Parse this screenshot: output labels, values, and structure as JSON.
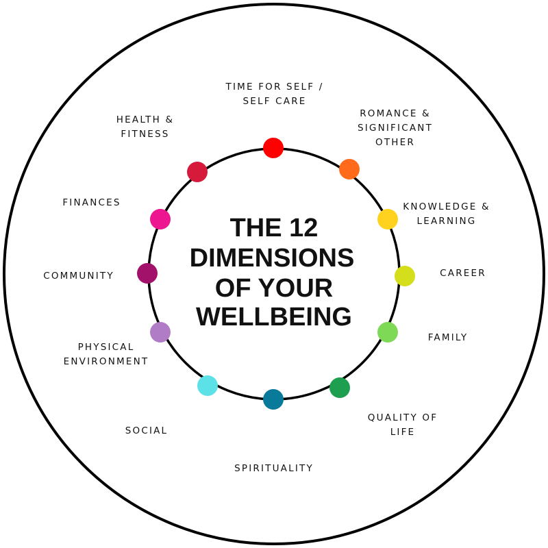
{
  "title_lines": [
    "THE 12",
    "DIMENSIONS",
    "OF YOUR",
    "WELLBEING"
  ],
  "dimensions": [
    {
      "id": "time-for-self",
      "lines": [
        "TIME FOR SELF /",
        "SELF CARE"
      ],
      "color": "#FF0000"
    },
    {
      "id": "romance",
      "lines": [
        "ROMANCE &",
        "SIGNIFICANT",
        "OTHER"
      ],
      "color": "#FF6B1A"
    },
    {
      "id": "knowledge",
      "lines": [
        "KNOWLEDGE &",
        "LEARNING"
      ],
      "color": "#FFD21F"
    },
    {
      "id": "career",
      "lines": [
        "CAREER"
      ],
      "color": "#D4DE1A"
    },
    {
      "id": "family",
      "lines": [
        "FAMILY"
      ],
      "color": "#7ED957"
    },
    {
      "id": "quality-of-life",
      "lines": [
        "QUALITY OF",
        "LIFE"
      ],
      "color": "#1E9E4F"
    },
    {
      "id": "spirituality",
      "lines": [
        "SPIRITUALITY"
      ],
      "color": "#0A7A9A"
    },
    {
      "id": "social",
      "lines": [
        "SOCIAL"
      ],
      "color": "#5CE1E6"
    },
    {
      "id": "physical-environment",
      "lines": [
        "PHYSICAL",
        "ENVIRONMENT"
      ],
      "color": "#B07CC6"
    },
    {
      "id": "community",
      "lines": [
        "COMMUNITY"
      ],
      "color": "#A3126A"
    },
    {
      "id": "finances",
      "lines": [
        "FINANCES"
      ],
      "color": "#EE1590"
    },
    {
      "id": "health-fitness",
      "lines": [
        "HEALTH &",
        "FITNESS"
      ],
      "color": "#D61A3C"
    }
  ],
  "colors": {
    "outline": "#000000",
    "background": "#FFFFFF",
    "text": "#111111"
  }
}
